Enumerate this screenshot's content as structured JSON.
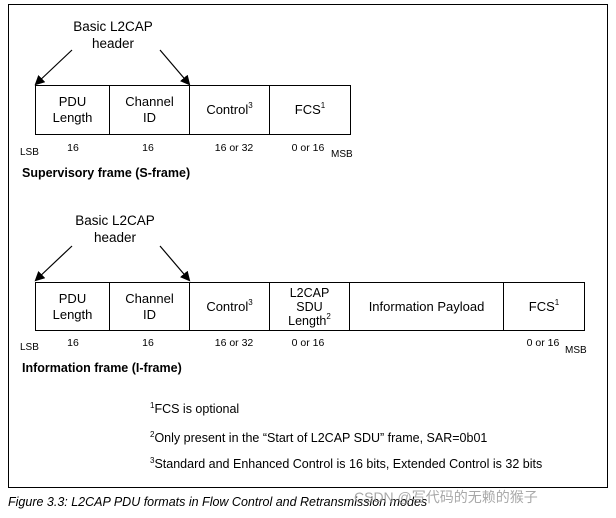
{
  "sframe": {
    "header_label_line1": "Basic L2CAP",
    "header_label_line2": "header",
    "fields": [
      {
        "label": "PDU\nLength",
        "note": "",
        "bits": "16"
      },
      {
        "label": "Channel\nID",
        "note": "",
        "bits": "16"
      },
      {
        "label": "Control",
        "note": "3",
        "bits": "16 or 32"
      },
      {
        "label": "FCS",
        "note": "1",
        "bits": "0 or 16"
      }
    ],
    "lsb": "LSB",
    "msb": "MSB",
    "title": "Supervisory frame (S-frame)"
  },
  "iframe": {
    "header_label_line1": "Basic L2CAP",
    "header_label_line2": "header",
    "fields": [
      {
        "label": "PDU\nLength",
        "note": "",
        "bits": "16"
      },
      {
        "label": "Channel\nID",
        "note": "",
        "bits": "16"
      },
      {
        "label": "Control",
        "note": "3",
        "bits": "16 or 32"
      },
      {
        "label_line1": "L2CAP",
        "label_line2": "SDU",
        "label_line3": "Length",
        "note": "2",
        "bits": "0 or 16"
      },
      {
        "label": "Information Payload",
        "note": "",
        "bits": ""
      },
      {
        "label": "FCS",
        "note": "1",
        "bits": "0 or 16"
      }
    ],
    "lsb": "LSB",
    "msb": "MSB",
    "title": "Information frame (I-frame)"
  },
  "footnotes": [
    {
      "mark": "1",
      "text": "FCS is optional"
    },
    {
      "mark": "2",
      "text": "Only present in the “Start of L2CAP SDU” frame, SAR=0b01"
    },
    {
      "mark": "3",
      "text": "Standard and Enhanced Control is 16 bits, Extended Control is 32 bits"
    }
  ],
  "caption": "Figure 3.3:  L2CAP PDU formats in Flow Control and Retransmission modes",
  "watermark": "CSDN @写代码的无赖的猴子"
}
